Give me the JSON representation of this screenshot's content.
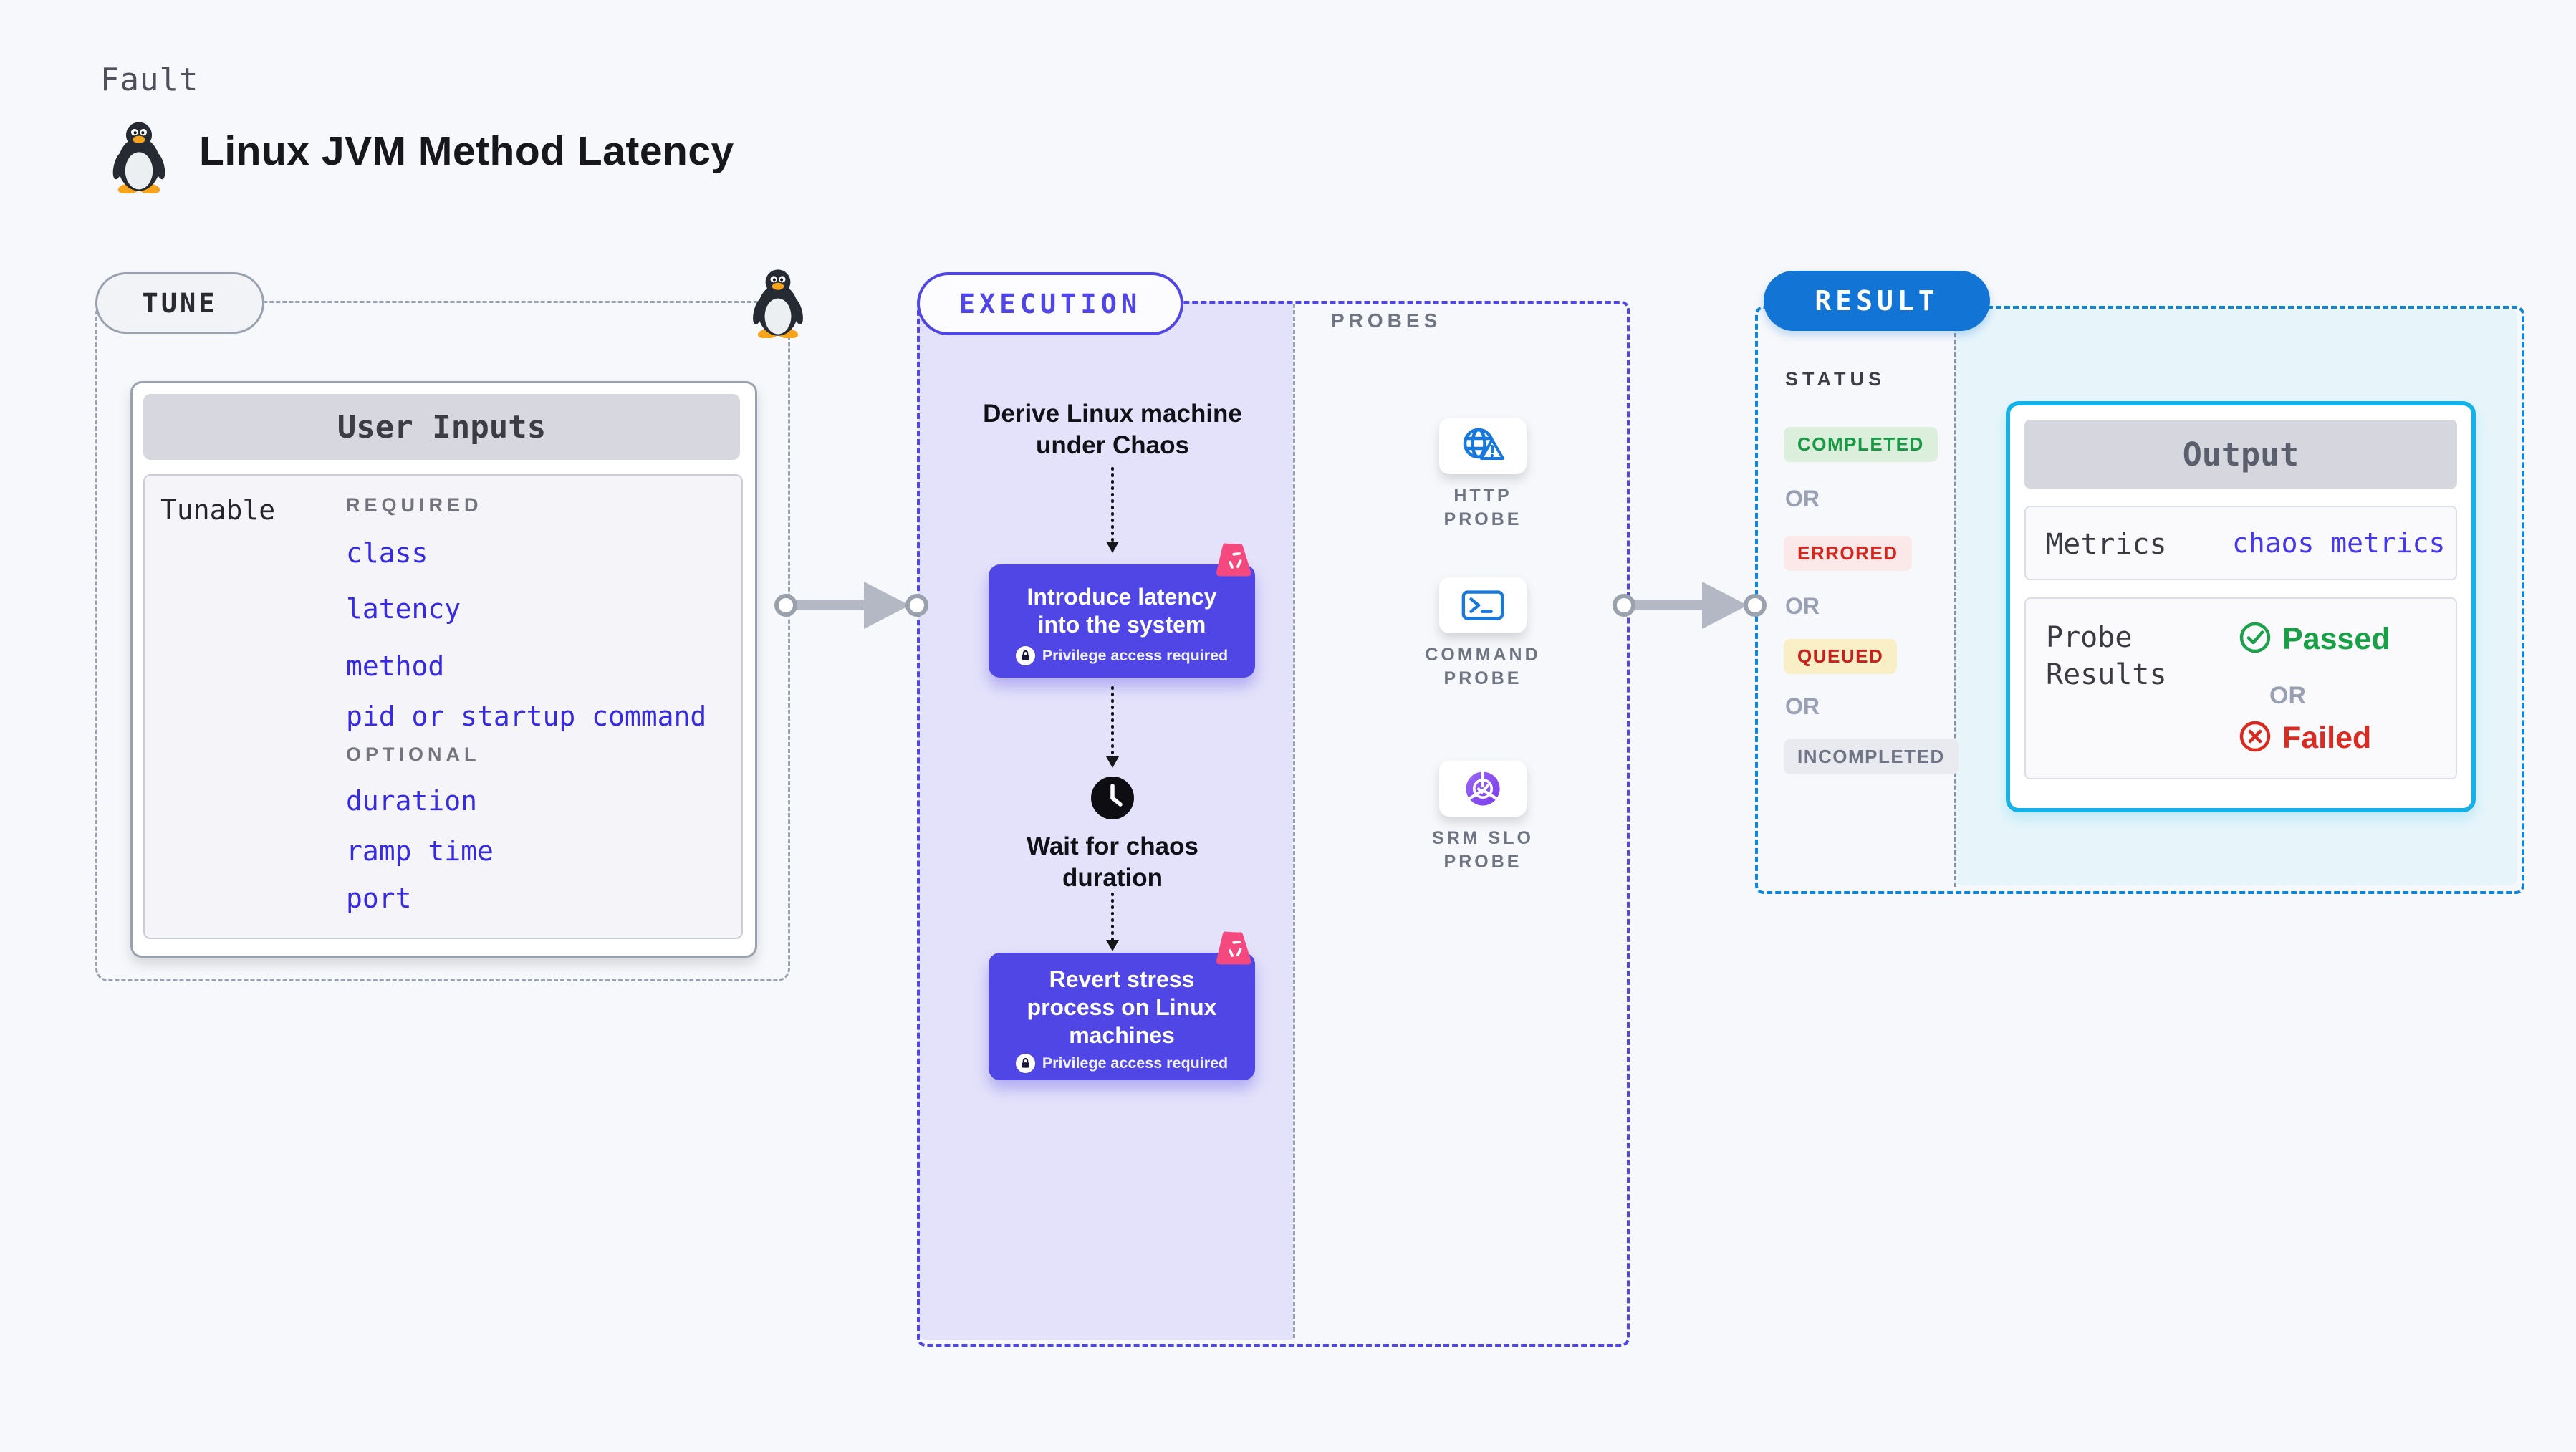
{
  "header": {
    "kicker": "Fault",
    "title": "Linux JVM Method Latency",
    "title_icon": "tux-penguin"
  },
  "tune": {
    "badge": "TUNE",
    "corner_icon": "tux-penguin",
    "card": {
      "title": "User Inputs",
      "row_label": "Tunable",
      "required_label": "REQUIRED",
      "required_items": [
        "class",
        "latency",
        "method",
        "pid or startup command"
      ],
      "optional_label": "OPTIONAL",
      "optional_items": [
        "duration",
        "ramp time",
        "port"
      ]
    }
  },
  "execution": {
    "badge": "EXECUTION",
    "step_derive": "Derive Linux machine under Chaos",
    "step_introduce": {
      "title": "Introduce latency into the system",
      "note": "Privilege access required"
    },
    "step_wait": "Wait for chaos duration",
    "step_revert": {
      "title": "Revert stress process on Linux machines",
      "note": "Privilege access required"
    }
  },
  "probes": {
    "label": "PROBES",
    "items": [
      {
        "name": "HTTP PROBE",
        "icon": "globe-warning-icon"
      },
      {
        "name": "COMMAND PROBE",
        "icon": "terminal-icon"
      },
      {
        "name": "SRM SLO PROBE",
        "icon": "slo-pie-check-icon"
      }
    ]
  },
  "result": {
    "badge": "RESULT",
    "status_label": "STATUS",
    "or_label": "OR",
    "statuses": [
      {
        "label": "COMPLETED",
        "text_color": "#189a45",
        "bg_color": "#dcefdc"
      },
      {
        "label": "ERRORED",
        "text_color": "#d7261d",
        "bg_color": "#fbe9e9"
      },
      {
        "label": "QUEUED",
        "text_color": "#c9201d",
        "bg_color": "#f9efc7"
      },
      {
        "label": "INCOMPLETED",
        "text_color": "#6f7486",
        "bg_color": "#e9eaf0"
      }
    ],
    "output": {
      "title": "Output",
      "metrics_label": "Metrics",
      "metrics_value": "chaos metrics",
      "probe_results_label": "Probe Results",
      "passed_label": "Passed",
      "failed_label": "Failed"
    }
  },
  "colors": {
    "page_bg": "#f7f8fb",
    "tune_border": "#99a1ae",
    "execution_accent": "#4f46e5",
    "execution_panel_bg": "#e4e2fa",
    "result_accent": "#0d85da",
    "result_badge_bg": "#1274d4",
    "result_panel_bg": "#e7f5fb",
    "output_card_border": "#14b2e6",
    "link_blue": "#372be2",
    "probe_icon_blue": "#1779dd",
    "slo_icon_purple": "#8b5cf6",
    "chaos_pink": "#f5487f",
    "passed_green": "#17a046",
    "failed_red": "#d92b21",
    "arrow_gray": "#b4b8c4"
  }
}
